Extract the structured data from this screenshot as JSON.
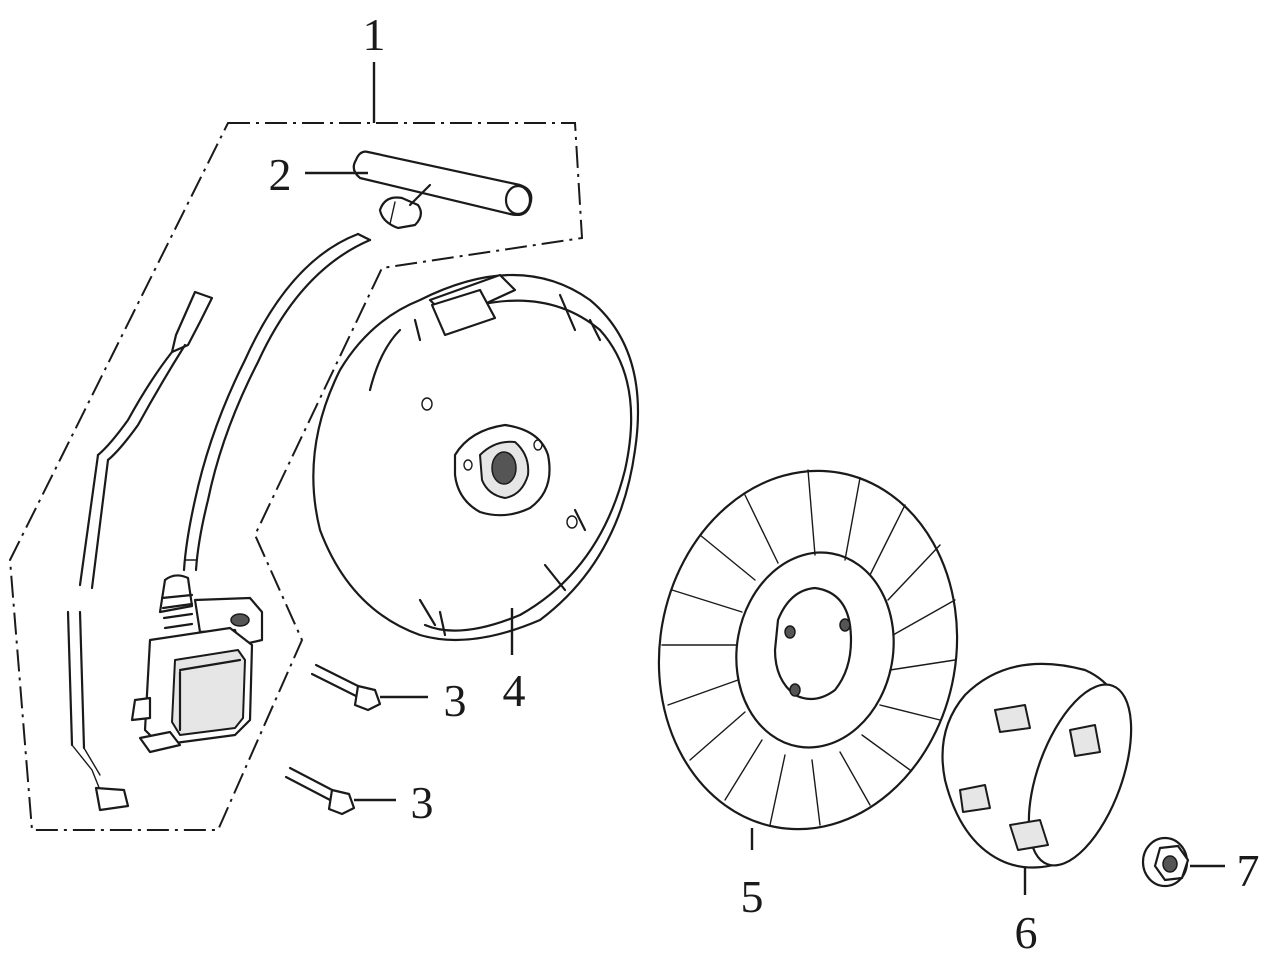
{
  "diagram": {
    "callouts": [
      {
        "id": "1",
        "label": "1",
        "part": "ignition-coil-assembly"
      },
      {
        "id": "2",
        "label": "2",
        "part": "spark-plug-cap"
      },
      {
        "id": "3a",
        "label": "3",
        "part": "coil-bolt-upper"
      },
      {
        "id": "3b",
        "label": "3",
        "part": "coil-bolt-lower"
      },
      {
        "id": "4",
        "label": "4",
        "part": "stator"
      },
      {
        "id": "5",
        "label": "5",
        "part": "flywheel"
      },
      {
        "id": "6",
        "label": "6",
        "part": "starter-cup"
      },
      {
        "id": "7",
        "label": "7",
        "part": "flywheel-nut"
      }
    ]
  }
}
